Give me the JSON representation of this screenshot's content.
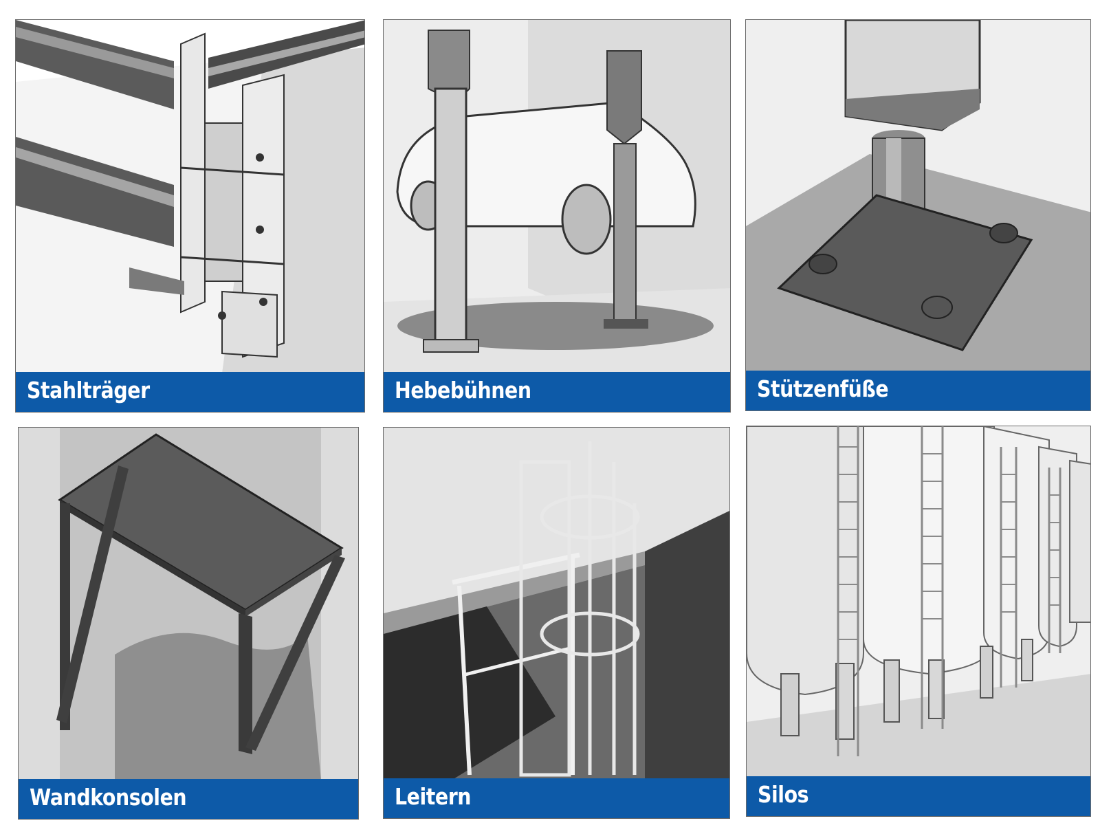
{
  "tiles": [
    {
      "label": "Stahlträger"
    },
    {
      "label": "Hebebühnen"
    },
    {
      "label": "Stützenfüße"
    },
    {
      "label": "Wandkonsolen"
    },
    {
      "label": "Leitern"
    },
    {
      "label": "Silos"
    }
  ],
  "colors": {
    "caption_band": "#0d5aa8",
    "caption_text": "#ffffff",
    "frame": "#6a6a6a"
  }
}
